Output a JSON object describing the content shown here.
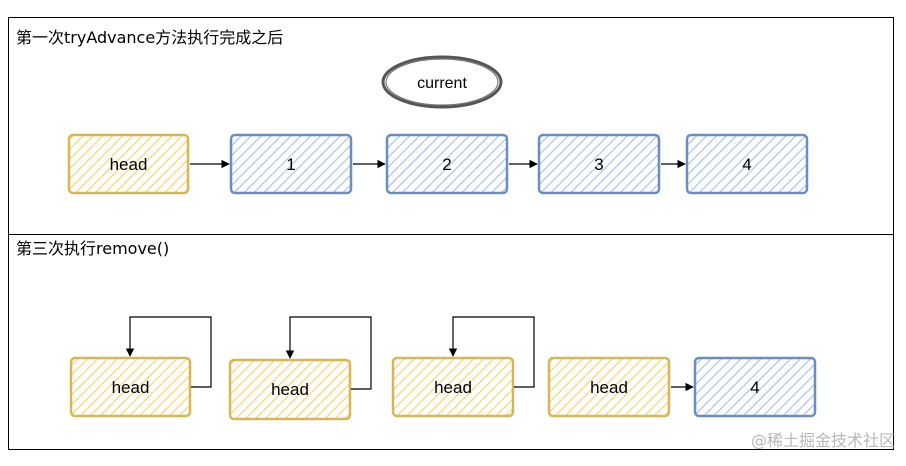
{
  "panel_top": {
    "title": "第一次tryAdvance方法执行完成之后",
    "pointer_label": "current",
    "nodes": [
      "head",
      "1",
      "2",
      "3",
      "4"
    ]
  },
  "panel_bottom": {
    "title": "第三次执行remove()",
    "nodes": [
      "head",
      "head",
      "head",
      "head",
      "4"
    ]
  },
  "watermark": "@稀土掘金技术社区",
  "colors": {
    "head_stroke": "#d6b656",
    "head_hatch": "#f6dc8c",
    "node_stroke": "#6c8ebf",
    "node_hatch": "#b9cdec",
    "line": "#000000"
  }
}
